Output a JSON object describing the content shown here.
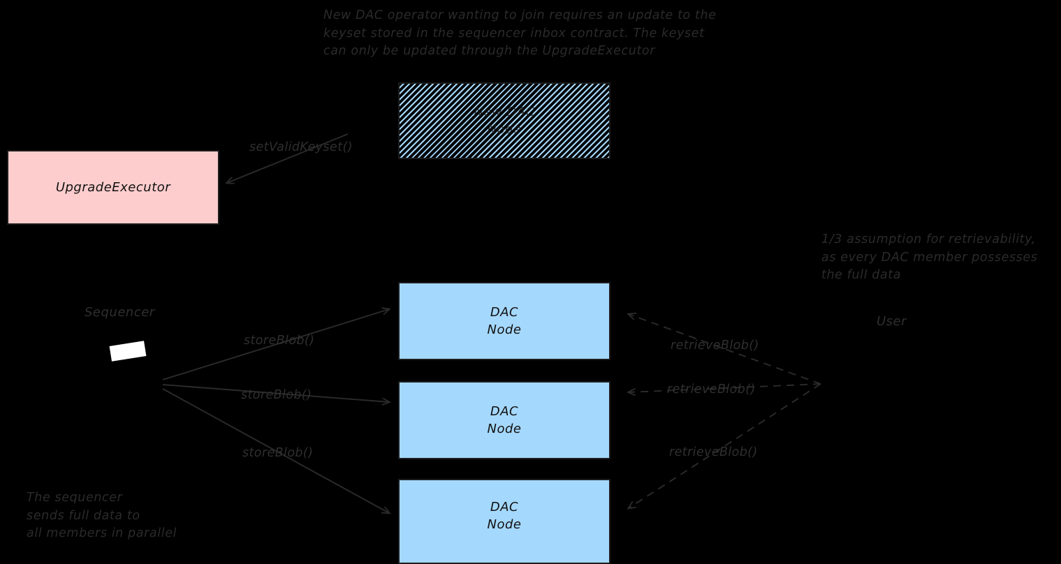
{
  "theme": {
    "background": "#000000",
    "ink": "#2b2b2b",
    "box_border": "#1d1d1d",
    "pink_fill": "#fdcdcd",
    "blue_fill": "#a5d8fd",
    "sequencer_glyph": "#ffffff"
  },
  "annotations": {
    "top_note": "New DAC operator wanting to join requires an update to the\nkeyset stored in the sequencer inbox contract. The keyset\ncan only be updated through the UpgradeExecutor",
    "right_note": "1/3 assumption for retrievability,\nas every DAC member possesses\nthe full data",
    "bottom_left_note": "The sequencer\nsends full data to\nall members in parallel"
  },
  "nodes": {
    "new_dac_node": {
      "label": "New DAC\nNode",
      "fill": "#a5d8fd",
      "style": "hatched"
    },
    "upgrade_executor": {
      "label": "UpgradeExecutor",
      "fill": "#fdcdcd"
    },
    "sequencer": {
      "label": "Sequencer"
    },
    "user": {
      "label": "User"
    },
    "dac_nodes": [
      {
        "label": "DAC\nNode",
        "fill": "#a5d8fd"
      },
      {
        "label": "DAC\nNode",
        "fill": "#a5d8fd"
      },
      {
        "label": "DAC\nNode",
        "fill": "#a5d8fd"
      }
    ]
  },
  "edges": {
    "set_valid_keyset": {
      "label": "setValidKeyset()",
      "style": "solid",
      "from": "new_dac_node",
      "to": "upgrade_executor"
    },
    "store_blob": [
      {
        "label": "storeBlob()",
        "style": "solid",
        "from": "sequencer",
        "to": "dac_node_1"
      },
      {
        "label": "storeBlob()",
        "style": "solid",
        "from": "sequencer",
        "to": "dac_node_2"
      },
      {
        "label": "storeBlob()",
        "style": "solid",
        "from": "sequencer",
        "to": "dac_node_3"
      }
    ],
    "retrieve_blob": [
      {
        "label": "retrieveBlob()",
        "style": "dashed",
        "from": "user",
        "to": "dac_node_1"
      },
      {
        "label": "retrieveBlob()",
        "style": "dashed",
        "from": "user",
        "to": "dac_node_2"
      },
      {
        "label": "retrieveBlob()",
        "style": "dashed",
        "from": "user",
        "to": "dac_node_3"
      }
    ]
  }
}
